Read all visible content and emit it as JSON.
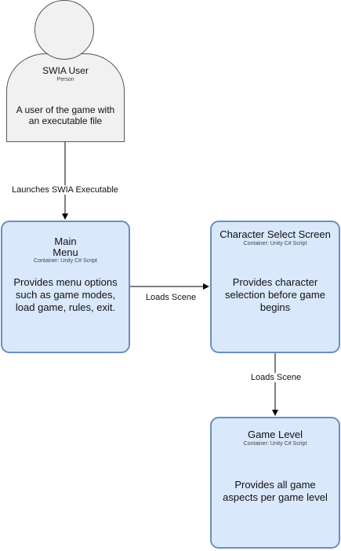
{
  "person": {
    "name": "SWIA User",
    "kind": "Person",
    "description": "A user of the game with an executable file"
  },
  "containers": {
    "main_menu": {
      "title_line1": "Main",
      "title_line2": "Menu",
      "tech": "Container: Unity C# Script",
      "description": "Provides menu options such as game modes, load game, rules, exit."
    },
    "character_select": {
      "title": "Character Select Screen",
      "tech": "Container: Unity C# Script",
      "description": "Provides character selection before game begins"
    },
    "game_level": {
      "title": "Game Level",
      "tech": "Container: Unity C# Script",
      "description": "Provides all game aspects per game level"
    }
  },
  "relationships": {
    "launch": "Launches SWIA Executable",
    "menu_to_select": "Loads Scene",
    "select_to_level": "Loads Scene"
  },
  "colors": {
    "person_fill": "#f1f1f1",
    "container_fill": "#dae8fc",
    "container_stroke": "#6c8ebf"
  }
}
